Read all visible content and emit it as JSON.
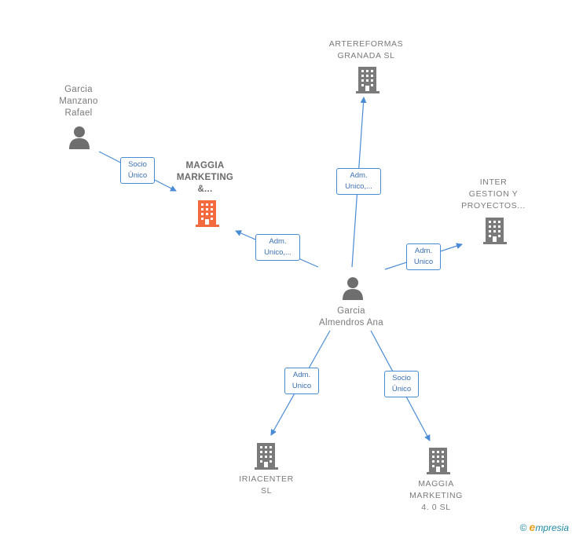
{
  "nodes": {
    "artereformas": {
      "label": "ARTEREFORMAS\nGRANADA SL"
    },
    "garcia_manzano": {
      "label": "Garcia\nManzano\nRafael"
    },
    "maggia_main": {
      "label": "MAGGIA\nMARKETING\n&..."
    },
    "inter_gestion": {
      "label": "INTER\nGESTION Y\nPROYECTOS..."
    },
    "garcia_almendros": {
      "label": "Garcia\nAlmendros Ana"
    },
    "iriacenter": {
      "label": "IRIACENTER\nSL"
    },
    "maggia_40": {
      "label": "MAGGIA\nMARKETING\n4. 0  SL"
    }
  },
  "edges": {
    "socio_unico_1": "Socio\nÚnico",
    "adm_unico_artereformas": "Adm.\nUnico,...",
    "adm_unico_maggia": "Adm.\nUnico,...",
    "adm_unico_inter": "Adm.\nUnico",
    "adm_unico_iriacenter": "Adm.\nUnico",
    "socio_unico_2": "Socio\nÚnico"
  },
  "footer": {
    "copyright": "©",
    "brand_initial": "e",
    "brand_rest": "mpresia"
  },
  "colors": {
    "edge": "#4a8bd6",
    "building_grey": "#7a7a7a",
    "building_main": "#f26a3d",
    "person": "#6e6e6e"
  }
}
